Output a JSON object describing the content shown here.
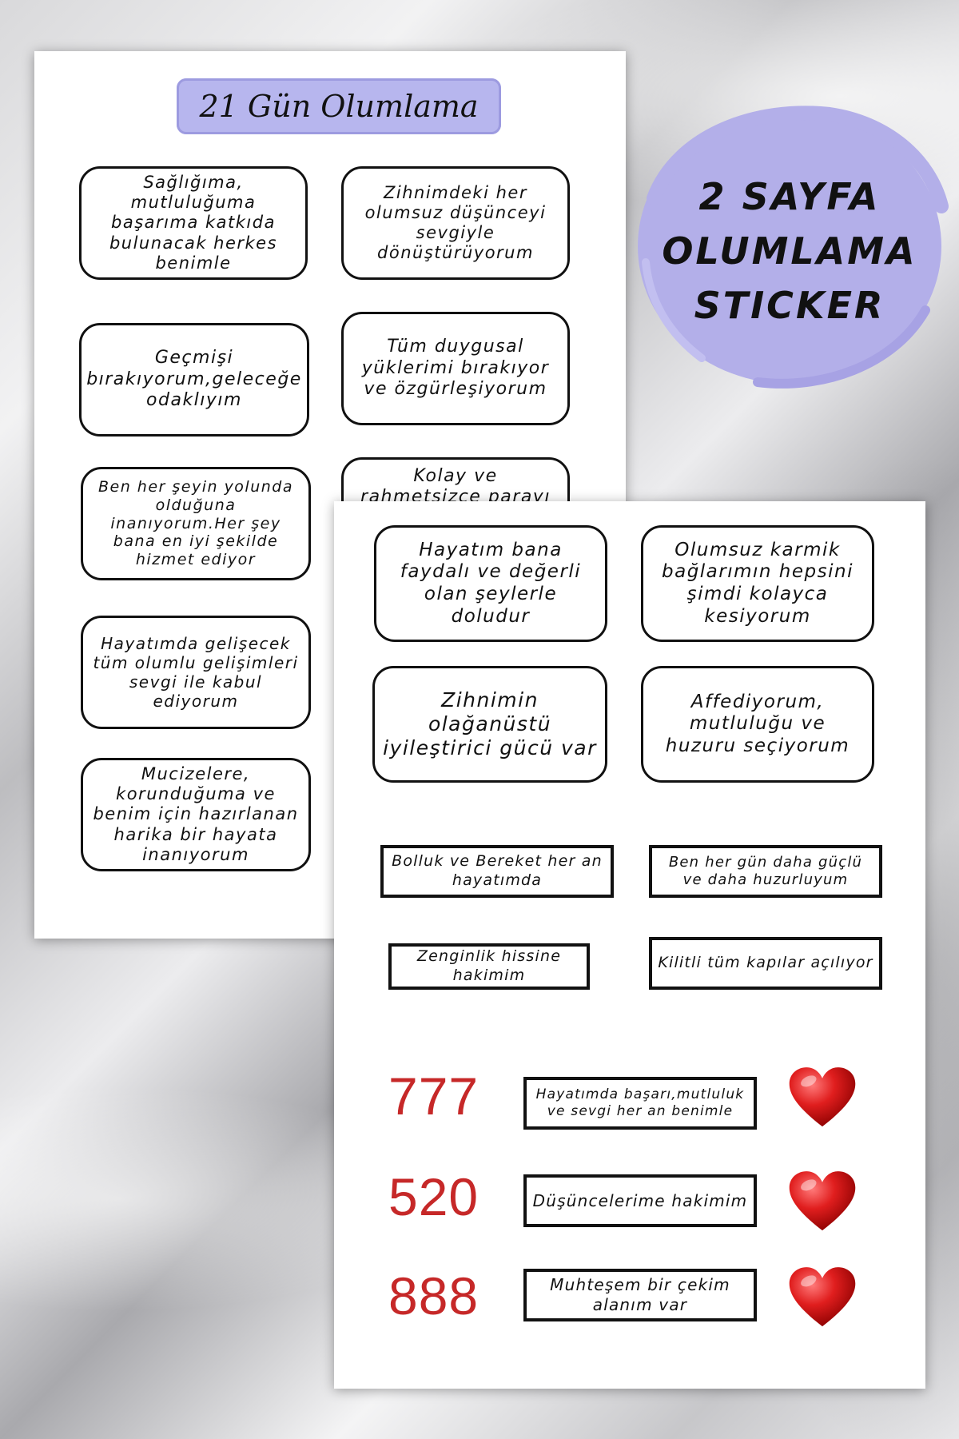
{
  "badge": {
    "line1": "2 SAYFA",
    "line2": "OLUMLAMA",
    "line3": "STICKER",
    "color": "#b3afe9"
  },
  "page1": {
    "title": "21 Gün Olumlama",
    "stickers": [
      "Sağlığıma, mutluluğuma başarıma katkıda bulunacak herkes benimle",
      "Zihnimdeki her olumsuz  düşünceyi sevgiyle dönüştürüyorum",
      "Geçmişi bırakıyorum,geleceğe odaklıyım",
      "Tüm duygusal yüklerimi bırakıyor ve özgürleşiyorum",
      "Ben her şeyin yolunda olduğuna inanıyorum.Her şey bana en iyi şekilde hizmet ediyor",
      "Kolay ve rahmetsizce parayı",
      "Hayatımda gelişecek tüm olumlu gelişimleri sevgi ile kabul ediyorum",
      "Mucizelere, korunduğuma ve benim için hazırlanan harika bir hayata inanıyorum"
    ]
  },
  "page2": {
    "rounded": [
      "Hayatım bana faydalı ve değerli olan şeylerle doludur",
      "Olumsuz  karmik bağlarımın  hepsini şimdi kolayca kesiyorum",
      "Zihnimin olağanüstü iyileştirici gücü var",
      "Affediyorum, mutluluğu ve huzuru seçiyorum"
    ],
    "rectangles": [
      "Bolluk ve Bereket her an hayatımda",
      "Ben her gün daha güçlü ve daha huzurluyum",
      "Zenginlik hissine hakimim",
      "Kilitli tüm kapılar açılıyor"
    ],
    "rows": [
      {
        "number": "777",
        "text": "Hayatımda başarı,mutluluk ve sevgi her an benimle"
      },
      {
        "number": "520",
        "text": "Düşüncelerime hakimim"
      },
      {
        "number": "888",
        "text": "Muhteşem bir çekim alanım var"
      }
    ],
    "heart_icon": "heart-icon",
    "number_color": "#c62828",
    "heart_color": "#d81b1b"
  }
}
